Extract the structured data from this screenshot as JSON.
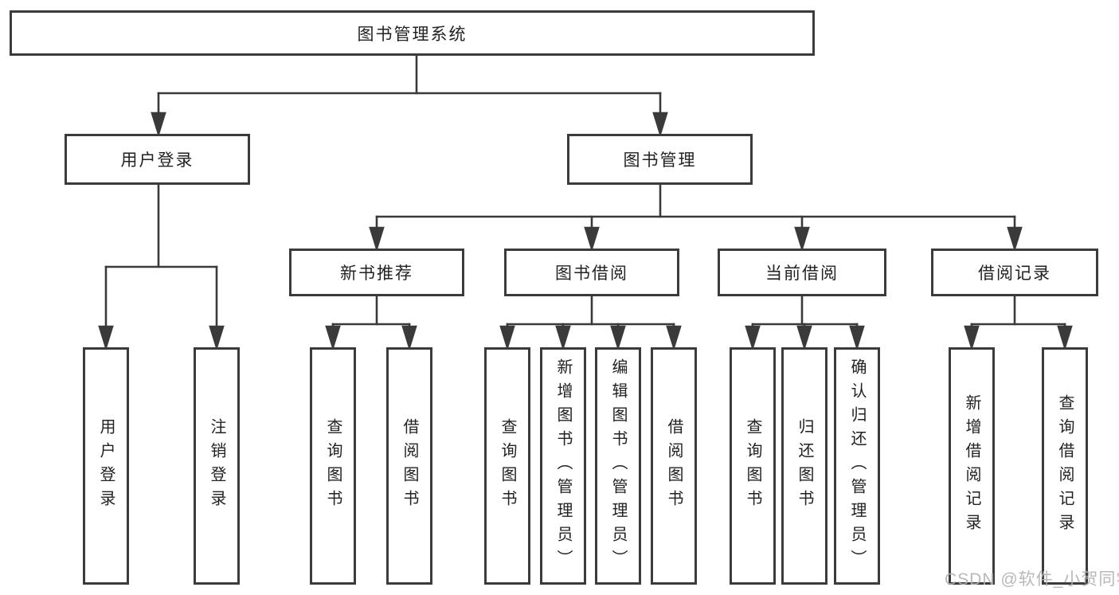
{
  "colors": {
    "line": "#3a3a3a",
    "box_border": "#3b3b3b",
    "text": "#222222",
    "watermark": "#b2b2b2",
    "background": "#ffffff"
  },
  "tree": {
    "root": {
      "label": "图书管理系统"
    },
    "children": [
      {
        "label": "用户登录",
        "children": [
          {
            "label": "用户登录"
          },
          {
            "label": "注销登录"
          }
        ]
      },
      {
        "label": "图书管理",
        "children": [
          {
            "label": "新书推荐",
            "children": [
              {
                "label": "查询图书"
              },
              {
                "label": "借阅图书"
              }
            ]
          },
          {
            "label": "图书借阅",
            "children": [
              {
                "label": "查询图书"
              },
              {
                "label": "新增图书（管理员）"
              },
              {
                "label": "编辑图书（管理员）"
              },
              {
                "label": "借阅图书"
              }
            ]
          },
          {
            "label": "当前借阅",
            "children": [
              {
                "label": "查询图书"
              },
              {
                "label": "归还图书"
              },
              {
                "label": "确认归还（管理员）"
              }
            ]
          },
          {
            "label": "借阅记录",
            "children": [
              {
                "label": "新增借阅记录"
              },
              {
                "label": "查询借阅记录"
              }
            ]
          }
        ]
      }
    ]
  },
  "watermark": {
    "text": "CSDN @软件_小贺同学"
  }
}
